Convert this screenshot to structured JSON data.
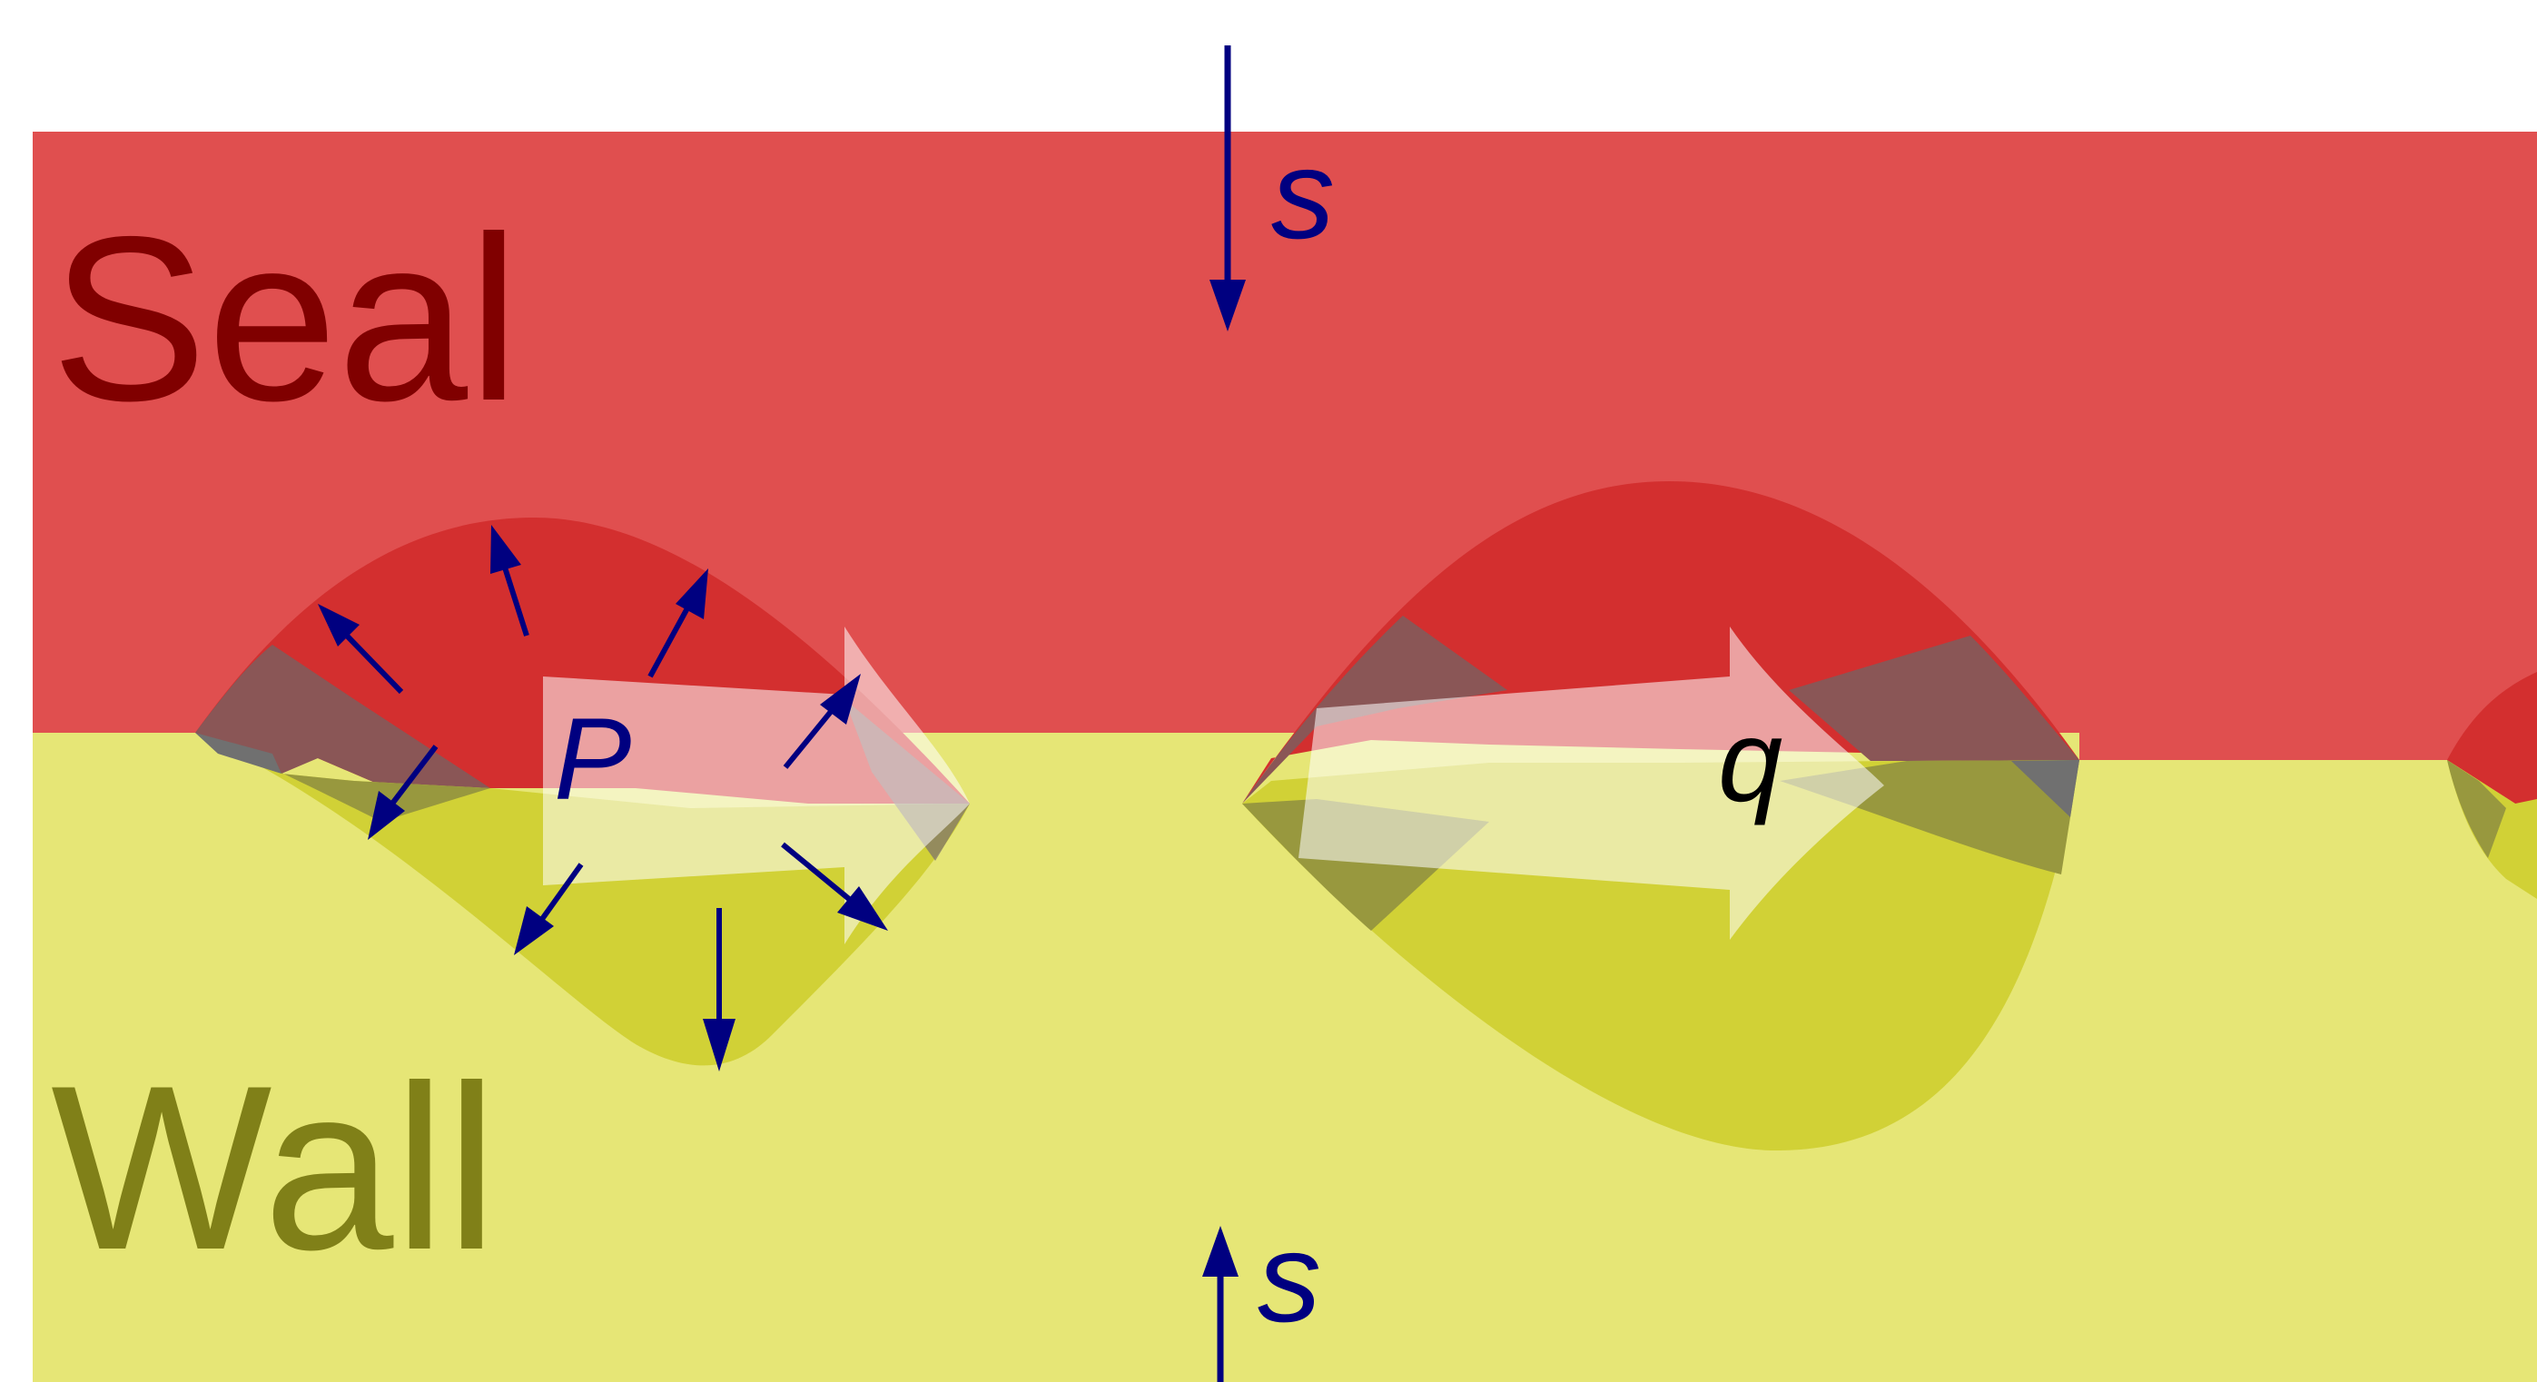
{
  "labels": {
    "seal": "Seal",
    "wall": "Wall",
    "load_top": "s",
    "load_bottom": "s",
    "pressure": "P",
    "flow": "q"
  },
  "colors": {
    "background": "#ffffff",
    "seal": "#e04f4f",
    "seal_contact": "#d32f2f",
    "seal_text": "#800000",
    "wall": "#e6e676",
    "wall_contact": "#d1d136",
    "wall_text": "#808018",
    "gap_shadow": "#6e6e6e",
    "arrow": "#000080",
    "flow_arrow": "#ffffff",
    "flow_text": "#000000"
  }
}
